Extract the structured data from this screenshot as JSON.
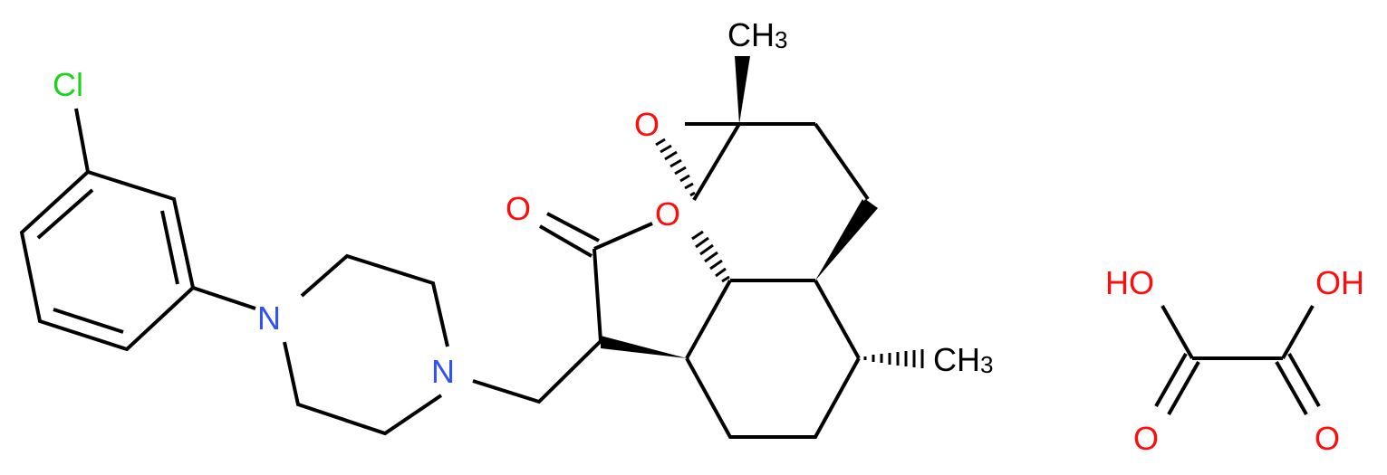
{
  "title": "Chemical structure: chlorophenylpiperazinyl-methyl artemisinin-type lactone, oxalate salt",
  "colors": {
    "bond": "#000000",
    "oxygen": "#ff0d0d",
    "nitrogen": "#3050f8",
    "chlorine": "#1fd01f",
    "carbon_label": "#000000",
    "background": "#ffffff"
  },
  "labels": {
    "cl": "Cl",
    "n1": "N",
    "n2": "N",
    "o_carbonyl": "O",
    "o_ring": "O",
    "o_bridge": "O",
    "ch3_top": "CH",
    "ch3_top_sub": "3",
    "ch3_right": "CH",
    "ch3_right_sub": "3",
    "oxalic_ho": "HO",
    "oxalic_oh": "OH",
    "oxalic_o_left": "O",
    "oxalic_o_right": "O"
  },
  "molecules": [
    {
      "name": "main-compound",
      "fragments": [
        "3-chlorophenyl",
        "piperazine",
        "methylene",
        "lactone",
        "bridged-ether",
        "decalin-core"
      ]
    },
    {
      "name": "oxalic-acid",
      "formula": "HOOC-COOH"
    }
  ]
}
